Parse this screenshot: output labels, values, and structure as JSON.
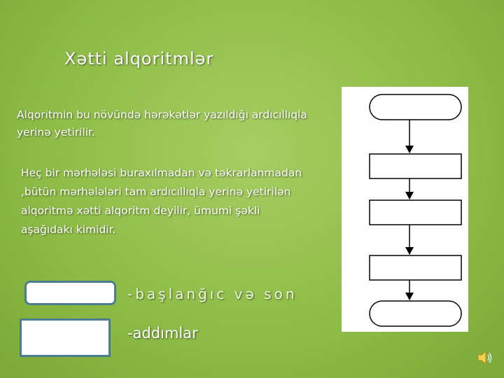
{
  "slide": {
    "title": "Xətti alqoritmlər",
    "paragraph1": "Alqoritmin bu növündə hərəkətlər yazıldığı ardıcıllıqla yerinə yetirilir.",
    "paragraph2": "Heç bir mərhələsi buraxılmadan və təkrarlanmadan ,bütün mərhələləri tam ardıcıllıqla yerinə yetirilən alqoritmə xətti alqoritm deyilir, ümumi şəkli aşağıdakı kimidir."
  },
  "legend": {
    "start_end_label": "-başlanğıc və son",
    "steps_label": "-addımlar"
  },
  "flowchart": {
    "shapes": [
      "start-terminal",
      "step",
      "step",
      "step",
      "end-terminal"
    ],
    "stroke_color": "#000000"
  },
  "colors": {
    "background": "#8fbd48",
    "legend_border": "#4b7d8f",
    "text": "#ffffff"
  },
  "icons": {
    "audio": "speaker-icon"
  }
}
